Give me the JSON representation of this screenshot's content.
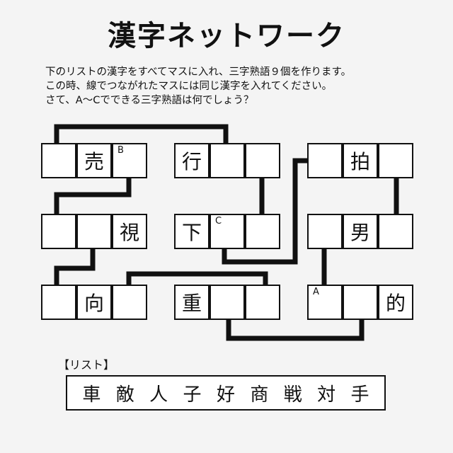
{
  "title": "漢字ネットワーク",
  "instructions": [
    "下のリストの漢字をすべてマスに入れ、三字熟語９個を作ります。",
    "この時、線でつながれたマスには同じ漢字を入れてください。",
    "さて、A〜Cでできる三字熟語は何でしょう？"
  ],
  "grid": [
    [
      [
        "",
        "売",
        ""
      ],
      [
        "行",
        "",
        ""
      ],
      [
        "",
        "拍",
        ""
      ]
    ],
    [
      [
        "",
        "",
        "視"
      ],
      [
        "下",
        "",
        ""
      ],
      [
        "",
        "男",
        ""
      ]
    ],
    [
      [
        "",
        "向",
        ""
      ],
      [
        "重",
        "",
        ""
      ],
      [
        "",
        "",
        "的"
      ]
    ]
  ],
  "markers": [
    {
      "row": 0,
      "block": 0,
      "cell": 2,
      "label": "B"
    },
    {
      "row": 1,
      "block": 1,
      "cell": 1,
      "label": "C"
    },
    {
      "row": 2,
      "block": 2,
      "cell": 0,
      "label": "A"
    }
  ],
  "list_label": "【リスト】",
  "list": [
    "車",
    "敵",
    "人",
    "子",
    "好",
    "商",
    "戦",
    "対",
    "手"
  ]
}
